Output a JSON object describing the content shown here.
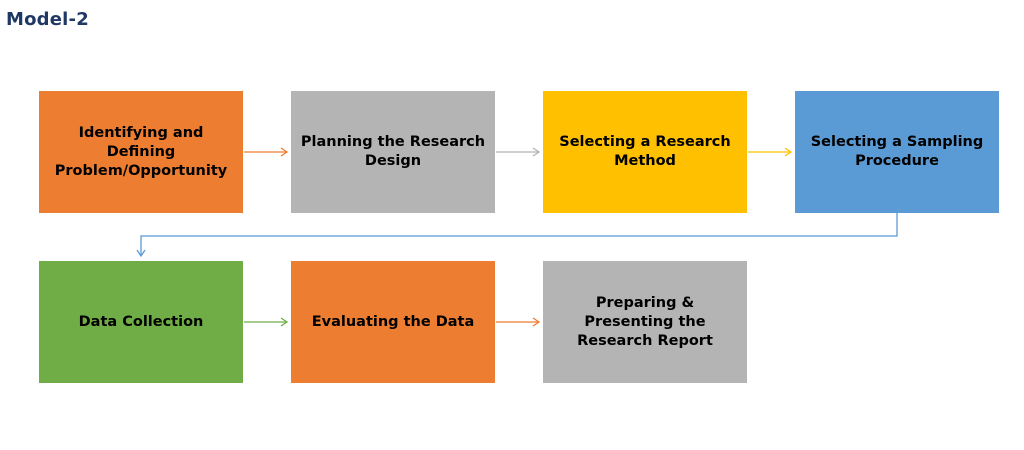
{
  "title": "Model-2",
  "steps": [
    {
      "label": "Identifying and Defining Problem/Opportunity",
      "color": "#ed7d31"
    },
    {
      "label": "Planning the Research Design",
      "color": "#b4b4b4"
    },
    {
      "label": "Selecting a Research Method",
      "color": "#ffc000"
    },
    {
      "label": "Selecting a Sampling Procedure",
      "color": "#5b9bd5"
    },
    {
      "label": "Data Collection",
      "color": "#70ad47"
    },
    {
      "label": "Evaluating the Data",
      "color": "#ed7d31"
    },
    {
      "label": "Preparing & Presenting the Research Report",
      "color": "#b4b4b4"
    }
  ],
  "arrow_colors": [
    "#ed7d31",
    "#b4b4b4",
    "#ffc000",
    "#5b9bd5",
    "#70ad47",
    "#ed7d31"
  ]
}
